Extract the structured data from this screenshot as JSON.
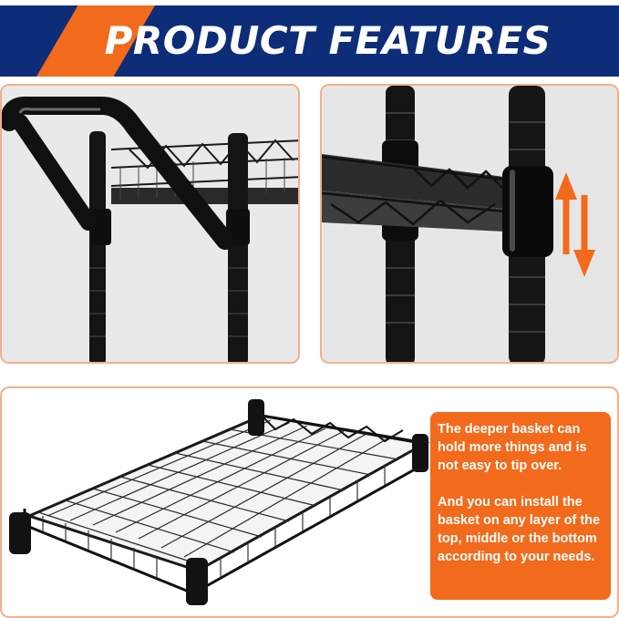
{
  "banner": {
    "title": "PRODUCT FEATURES"
  },
  "callout": {
    "paragraph_1": "The deeper basket can hold more things and is not easy to tip over.",
    "paragraph_2": "And you can install the basket on any layer of the top, middle or the bottom according to your needs."
  },
  "colors": {
    "navy": "#0d2d78",
    "orange": "#f26a1b",
    "border": "#f2b089",
    "metal": "#151515"
  },
  "icons": {
    "adjust_arrows": "up-down-arrows-icon"
  }
}
